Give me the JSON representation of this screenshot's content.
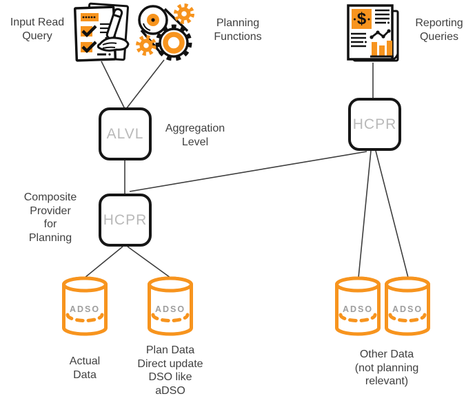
{
  "colors": {
    "orange": "#F7941E",
    "box_border": "#161616",
    "node_label_gray": "#B9B9B9",
    "adso_label_gray": "#9E9E9E",
    "text_gray": "#3F3F3F",
    "connector": "#3D3D3D"
  },
  "labels": {
    "input_read_query": "Input Read\nQuery",
    "planning_functions": "Planning\nFunctions",
    "reporting_queries": "Reporting\nQueries",
    "aggregation_level": "Aggregation\nLevel",
    "composite_provider": "Composite\nProvider\nfor\nPlanning",
    "actual_data": "Actual\nData",
    "plan_data": "Plan Data\nDirect update\nDSO like\naDSO",
    "other_data": "Other Data\n(not planning\nrelevant)"
  },
  "nodes": {
    "alvl": "ALVL",
    "hcpr_planning": "HCPR",
    "hcpr_reporting": "HCPR",
    "adso": "ADSO"
  },
  "icons": {
    "input_read_query": "checklist-pen-icon",
    "planning_functions": "gears-belt-icon",
    "reporting_queries": "report-chart-icon",
    "datastore": "database-cylinder-icon",
    "dollar_glyph": "$"
  }
}
